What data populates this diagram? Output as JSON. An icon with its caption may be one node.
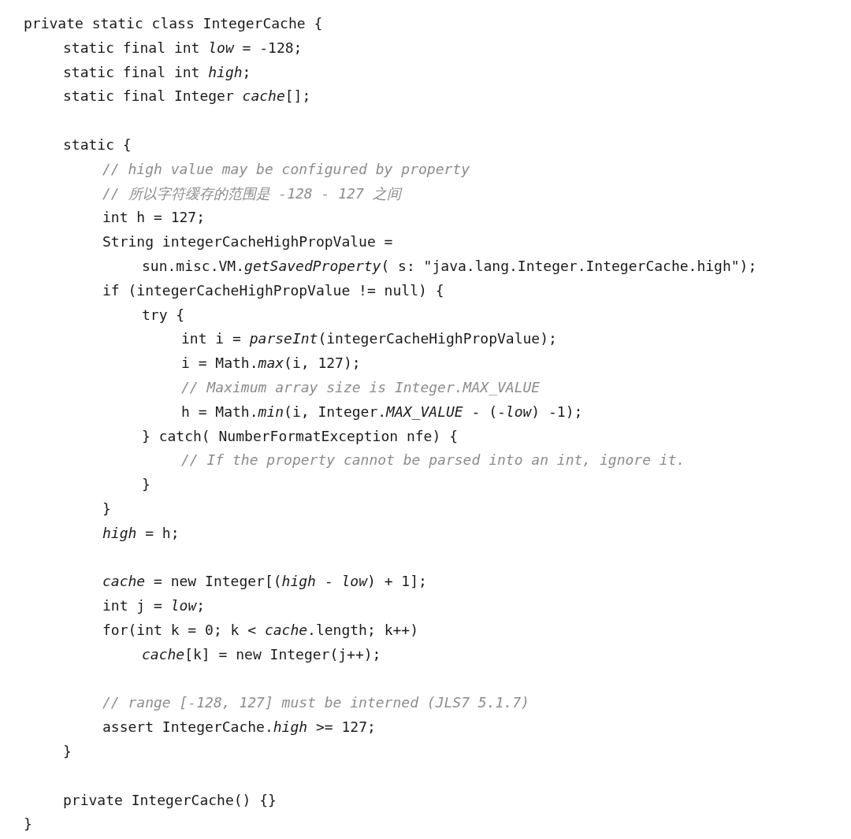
{
  "diagram": {
    "labels": [
      "private static class IntegerCache {",
      "static final int *low* = -128;",
      "static final int *high*;",
      "static final Integer *cache*[];",
      "static {",
      "// high value may be configured by property",
      "// 所以字符缓存的范围是 -128 - 127 之间",
      "int h = 127;",
      "String integerCacheHighPropValue =",
      "sun.misc.VM.*getSavedProperty*( s: \"java.lang.Integer.IntegerCache.high\");",
      "if (integerCacheHighPropValue != null) {",
      "try {",
      "int i = *parseInt*(integerCacheHighPropValue);",
      "i = Math.*max*(i, 127);",
      "// Maximum array size is Integer.MAX_VALUE",
      "h = Math.*min*(i, Integer.*MAX_VALUE* - (-*low*) -1);",
      "} catch( NumberFormatException nfe) {",
      "// If the property cannot be parsed into an int, ignore it.",
      "}",
      "}",
      "*high* = h;",
      "*cache* = new Integer[(*high* - *low*) + 1];",
      "int j = *low*;",
      "for(int k = 0; k < *cache*.length; k++)",
      "*cache*[k] = new Integer(j++);",
      "// range [-128, 127] must be interned (JLS7 5.1.7)",
      "assert IntegerCache.*high* >= 127;",
      "}",
      "private IntegerCache() {}",
      "}"
    ]
  }
}
